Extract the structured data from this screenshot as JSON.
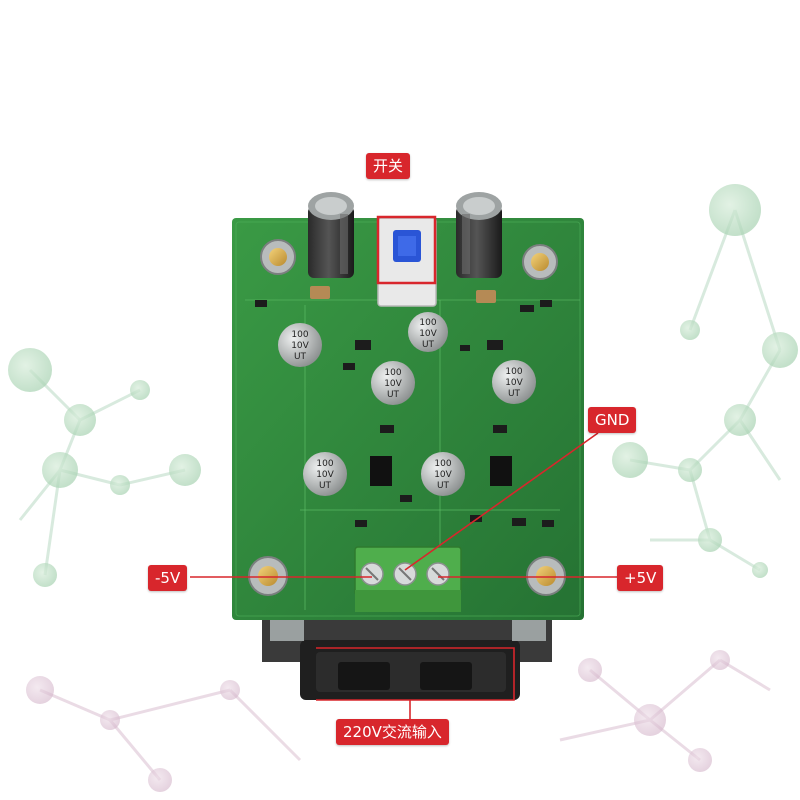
{
  "labels": {
    "switch": "开关",
    "gnd": "GND",
    "minus5v": "-5V",
    "plus5v": "+5V",
    "ac_input": "220V交流输入"
  },
  "capacitor_marking": {
    "line1": "100",
    "line2": "10V",
    "line3": "UT"
  },
  "colors": {
    "pcb": "#2f8a3a",
    "accent": "#d8262c",
    "terminal": "#4fae4c",
    "switch": "#2a55d6",
    "network": "#b9dcc3"
  }
}
